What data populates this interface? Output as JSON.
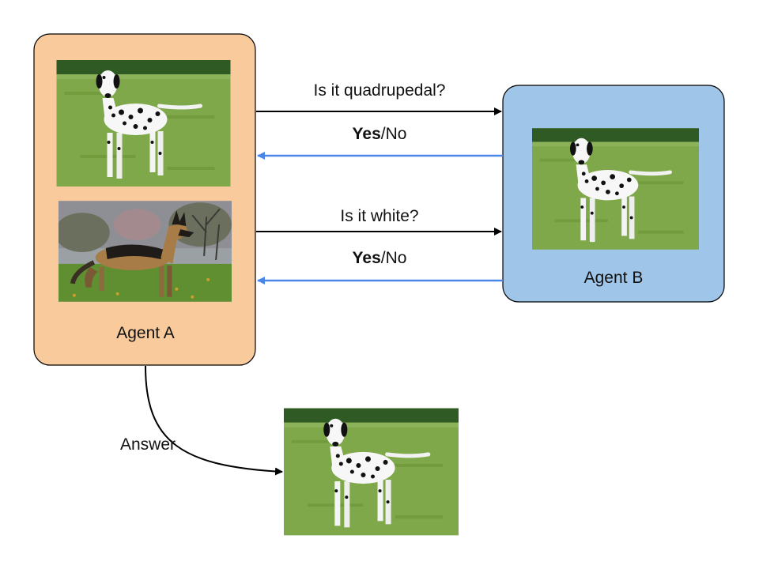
{
  "agent_a": {
    "label": "Agent A",
    "fill": "#f9cb9c",
    "images": [
      "dalmatian-photo-icon",
      "german-shepherd-photo-icon"
    ]
  },
  "agent_b": {
    "label": "Agent B",
    "fill": "#9fc5e8",
    "image": "dalmatian-photo-icon"
  },
  "exchanges": [
    {
      "question": "Is it quadrupedal?",
      "reply_bold": "Yes",
      "reply_rest": "/No"
    },
    {
      "question": "Is it white?",
      "reply_bold": "Yes",
      "reply_rest": "/No"
    }
  ],
  "answer": {
    "label": "Answer",
    "image": "dalmatian-photo-icon"
  },
  "colors": {
    "question_arrow": "#000000",
    "reply_arrow": "#4a86e8",
    "grass": "#6f9a3a",
    "trees": "#2f5a24"
  }
}
